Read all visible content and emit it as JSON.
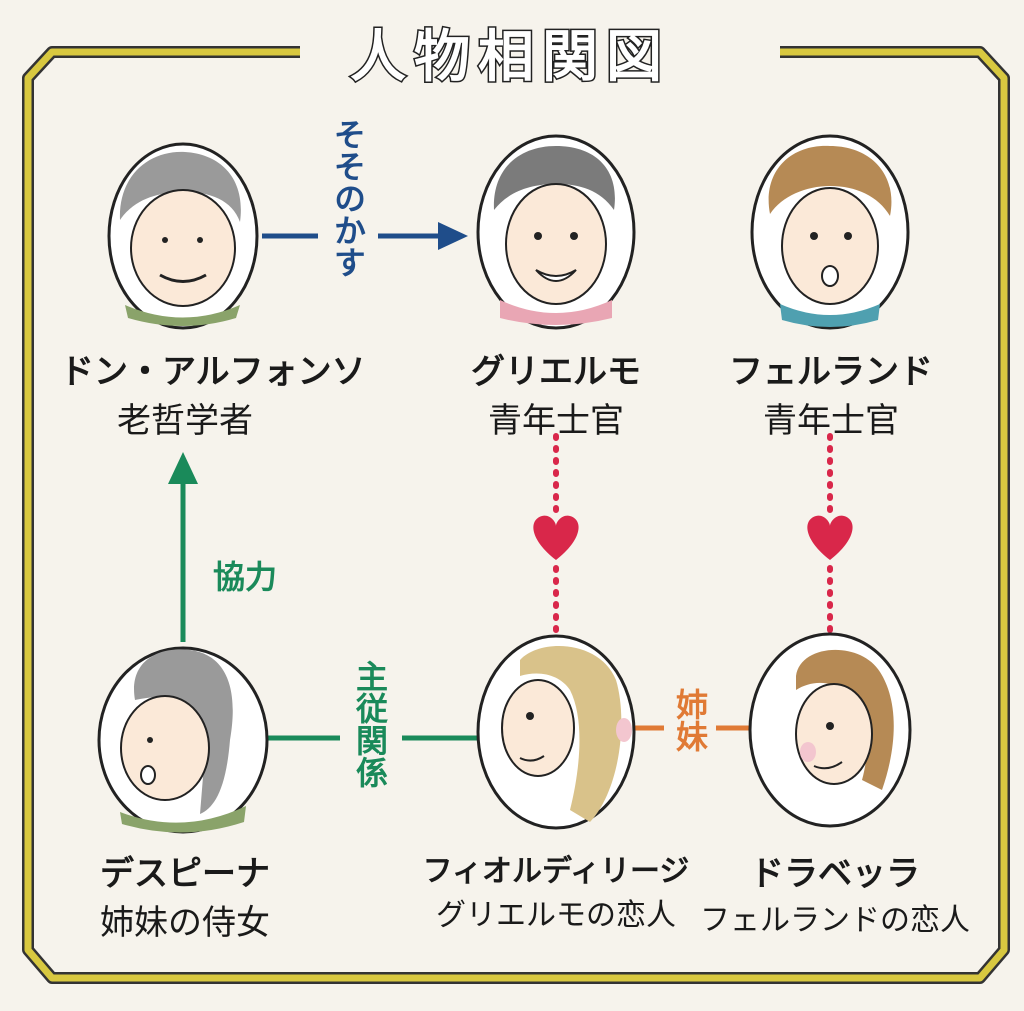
{
  "title": "人物相関図",
  "colors": {
    "frame": "#d8c840",
    "frame_outline": "#333333",
    "blue": "#1f4d8a",
    "green": "#1a8a5a",
    "orange": "#e07a35",
    "heart": "#d9274a",
    "dotted": "#d9274a"
  },
  "characters": [
    {
      "id": "don",
      "name": "ドン・アルフォンソ",
      "role": "老哲学者",
      "icon": "old-man-portrait"
    },
    {
      "id": "guglielmo",
      "name": "グリエルモ",
      "role": "青年士官",
      "icon": "young-officer-portrait"
    },
    {
      "id": "ferrando",
      "name": "フェルランド",
      "role": "青年士官",
      "icon": "curly-officer-portrait"
    },
    {
      "id": "despina",
      "name": "デスピーナ",
      "role": "姉妹の侍女",
      "icon": "maid-portrait"
    },
    {
      "id": "fiordiligi",
      "name": "フィオルディリージ",
      "role": "グリエルモの恋人",
      "icon": "blonde-woman-portrait"
    },
    {
      "id": "dorabella",
      "name": "ドラベッラ",
      "role": "フェルランドの恋人",
      "icon": "curly-woman-portrait"
    }
  ],
  "relations": {
    "sosonokasu": "そそのかす",
    "kyouryoku": "協力",
    "shujuu": "主従関係",
    "shimai": "姉妹"
  }
}
